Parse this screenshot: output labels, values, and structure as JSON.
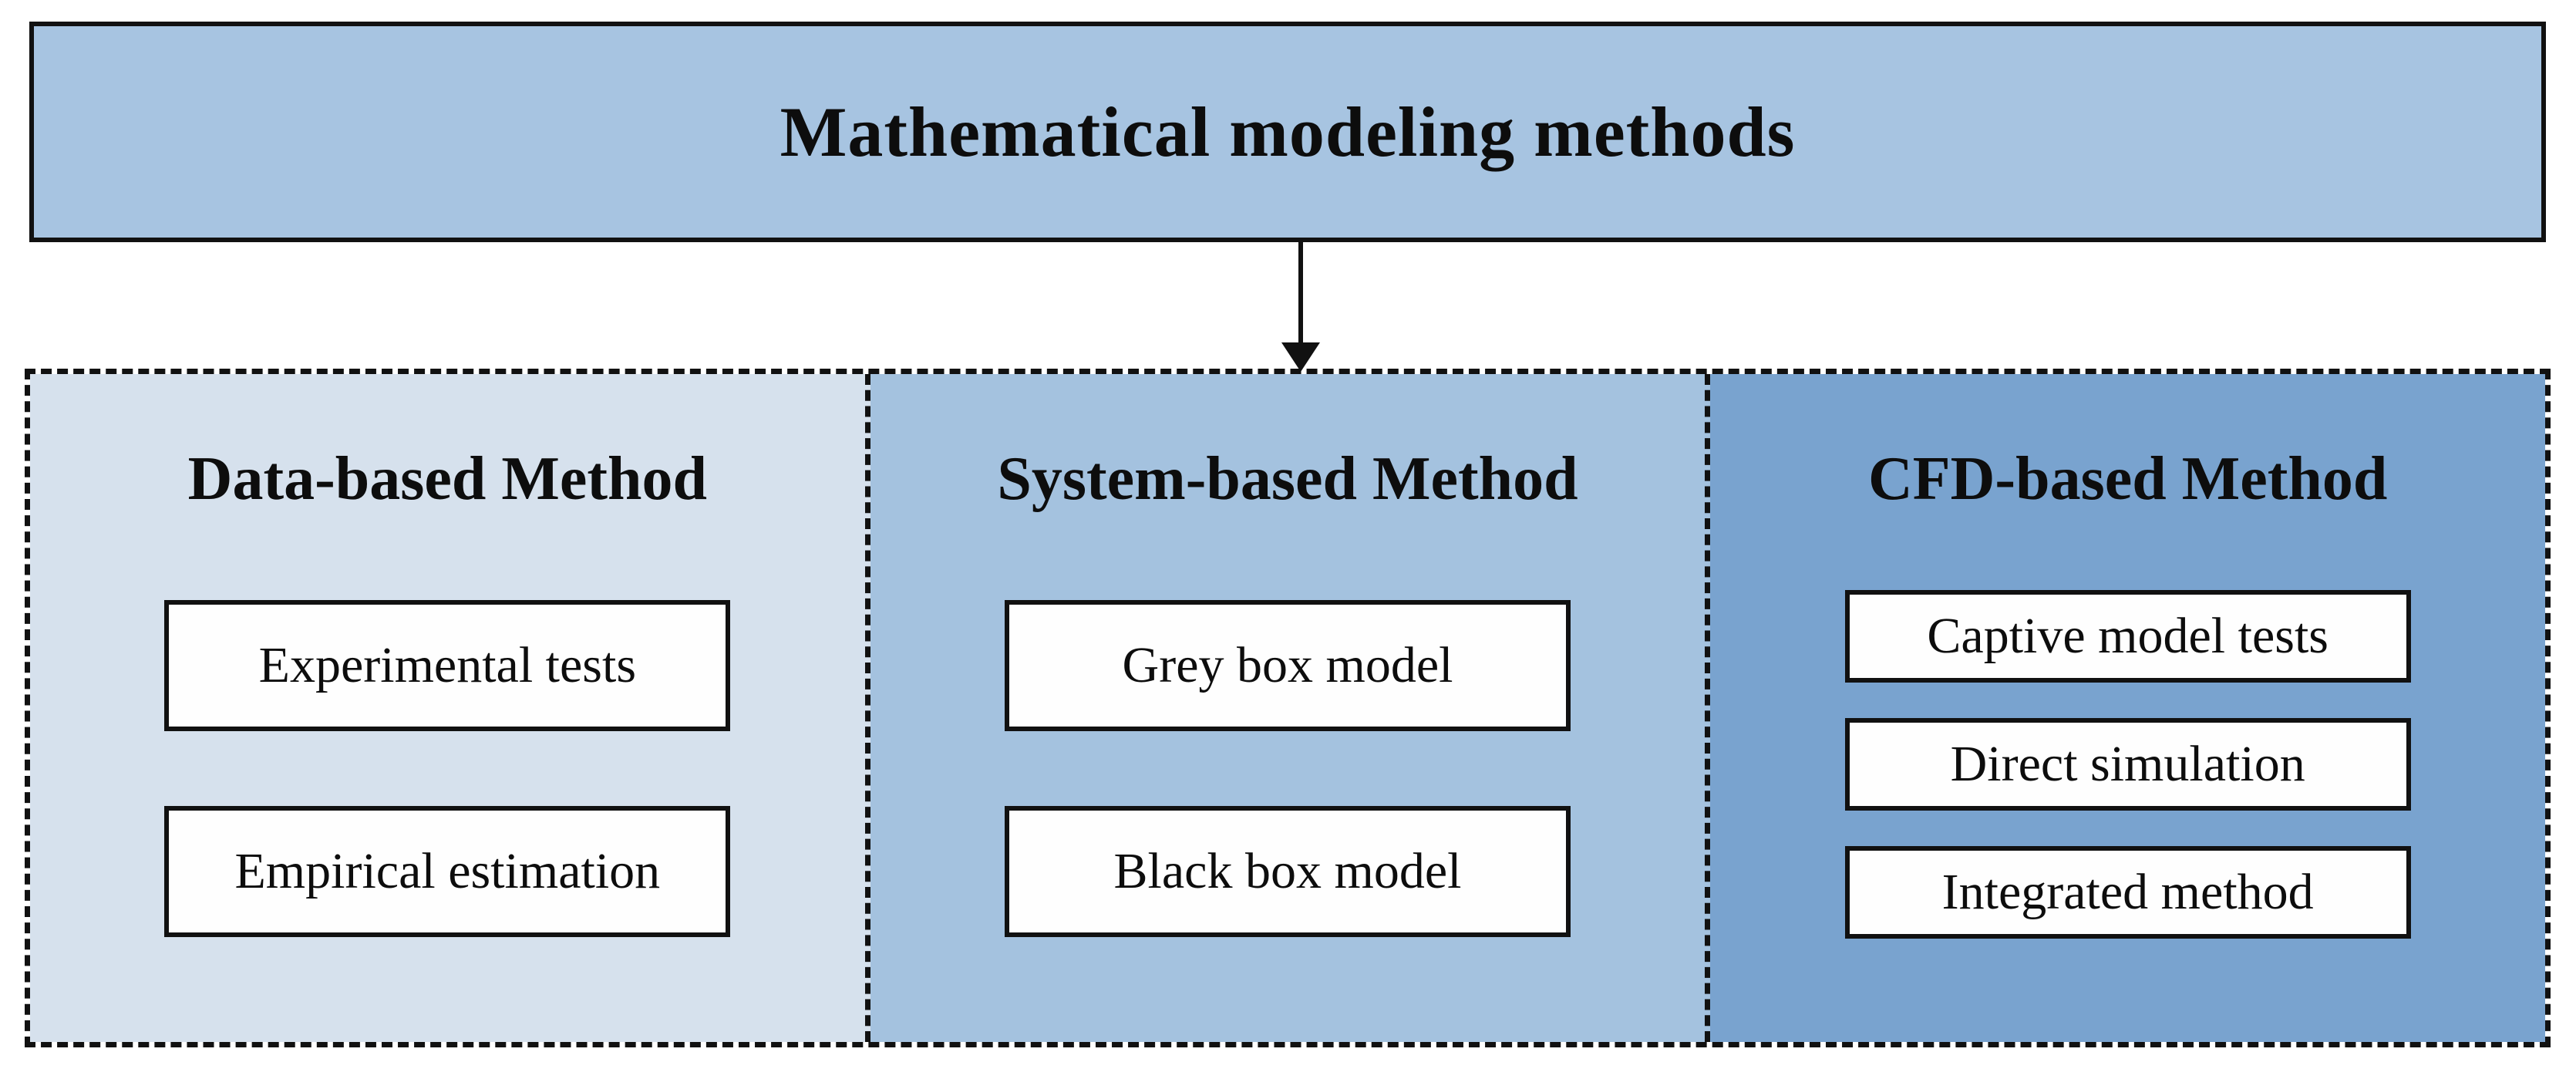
{
  "diagram": {
    "title": "Mathematical modeling methods",
    "columns": [
      {
        "title": "Data-based Method",
        "items": [
          "Experimental tests",
          "Empirical estimation"
        ]
      },
      {
        "title": "System-based Method",
        "items": [
          "Grey box model",
          "Black box model"
        ]
      },
      {
        "title": "CFD-based Method",
        "items": [
          "Captive model tests",
          "Direct simulation",
          "Integrated method"
        ]
      }
    ],
    "colors": {
      "root_box_fill": "#a7c4e1",
      "column_1_fill": "#d6e1ed",
      "column_2_fill": "#a4c2df",
      "column_3_fill": "#79a3cf",
      "item_box_fill": "#fefefe",
      "border": "#111111",
      "text": "#0d0d0d"
    }
  }
}
